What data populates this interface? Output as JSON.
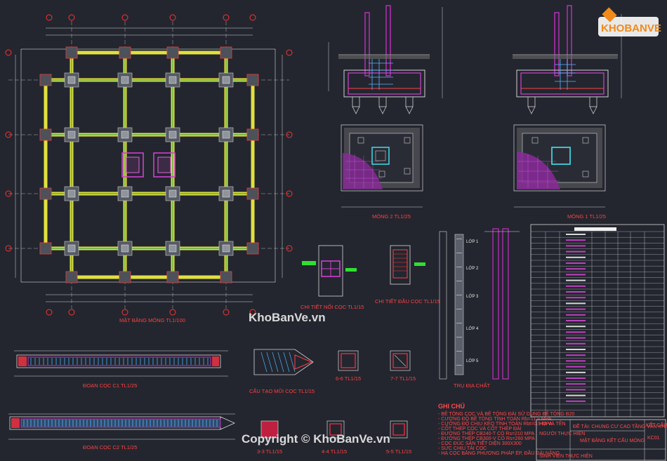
{
  "logo": {
    "brand": "KHOBANVE"
  },
  "watermarks": {
    "center": "KhoBanVe.vn",
    "copyright": "Copyright © KhoBanVe.vn"
  },
  "captions": {
    "foundation_plan": "MẶT BẰNG MÓNG TL1/100",
    "footing_m2": "MÓNG 2 TL1/25",
    "footing_m1": "MÓNG 1 TL1/25",
    "pile_joint": "CHI TIẾT NỐI CỌC TL1/15",
    "pile_head": "CHI TIẾT ĐẦU CỌC TL1/15",
    "pile_c1": "ĐOẠN CỌC C1 TL1/25",
    "pile_c2": "ĐOẠN CỌC C2 TL1/25",
    "pile_tip": "CẤU TẠO MŨI CỌC TL1/15",
    "section_66": "6-6 TL1/15",
    "section_77": "7-7 TL1/15",
    "section_33": "3-3 TL1/15",
    "section_44": "4-4 TL1/15",
    "section_55": "5-5 TL1/15",
    "geology": "TRỤ ĐỊA CHẤT"
  },
  "notes": {
    "title": "GHI CHÚ",
    "lines": [
      "- BÊ TÔNG CỌC VÀ BÊ TÔNG ĐÀI SỬ DỤNG BÊ TÔNG B20",
      "- CƯỜNG ĐỘ BÊ TÔNG TÍNH TOÁN Rb=11.5 MPA",
      "- CƯỜNG ĐỘ CHỊU KÉO TÍNH TOÁN Rbt=0.9 MPA",
      "- CỐT THÉP CỌC VÀ CỐT THÉP ĐÀI",
      "- ĐƯỜNG THÉP CB240-T CÓ Rs=210 MPA",
      "- ĐƯỜNG THÉP CB300-V CÓ Rs=260 MPA",
      "- CỌC ĐÚC SẴN TIẾT DIỆN 300X300",
      "- SỨC CHỊU TẢI CỌC",
      "- HẠ CỌC BẰNG PHƯƠNG PHÁP ÉP, ĐẦU ĐÀI NÂNG"
    ]
  },
  "title_block": {
    "project": "ĐỀ TÀI: CHUNG CƯ CAO TẦNG VÂN KHÊ",
    "sheet": "MẶT BẰNG KẾT CẤU MÓNG",
    "left_1": "HỌ VÀ TÊN",
    "left_2": "NGƯỜI THỰC HIỆN",
    "left_3": "SINH VIÊN THỰC HIỆN",
    "right_1": "KẾT CẤU",
    "right_2": "KC01"
  },
  "geology_labels": [
    "LỚP 1",
    "LỚP 2",
    "LỚP 3",
    "LỚP 4",
    "LỚP 5"
  ]
}
